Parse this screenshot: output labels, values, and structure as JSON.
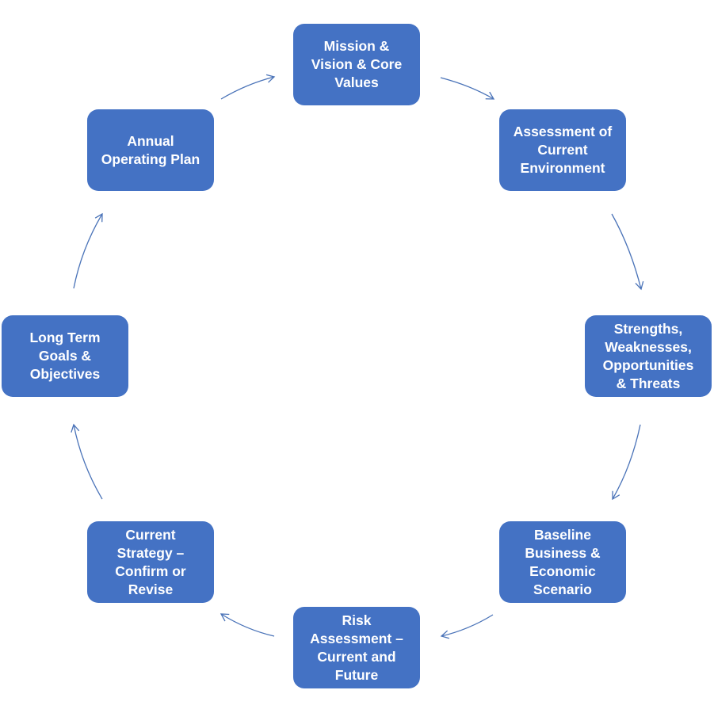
{
  "cycle": {
    "nodes": [
      {
        "id": "mission",
        "label": "Mission &\nVision & Core\nValues"
      },
      {
        "id": "assessment",
        "label": "Assessment of\nCurrent\nEnvironment"
      },
      {
        "id": "swot",
        "label": "Strengths,\nWeaknesses,\nOpportunities\n& Threats"
      },
      {
        "id": "baseline",
        "label": "Baseline\nBusiness &\nEconomic\nScenario"
      },
      {
        "id": "risk",
        "label": "Risk\nAssessment –\nCurrent and\nFuture"
      },
      {
        "id": "strategy",
        "label": "Current\nStrategy –\nConfirm or\nRevise"
      },
      {
        "id": "goals",
        "label": "Long Term\nGoals &\nObjectives"
      },
      {
        "id": "annual",
        "label": "Annual\nOperating Plan"
      }
    ],
    "box_color": "#4472c4",
    "arrow_color": "#4a73b8",
    "text_color": "#ffffff"
  }
}
